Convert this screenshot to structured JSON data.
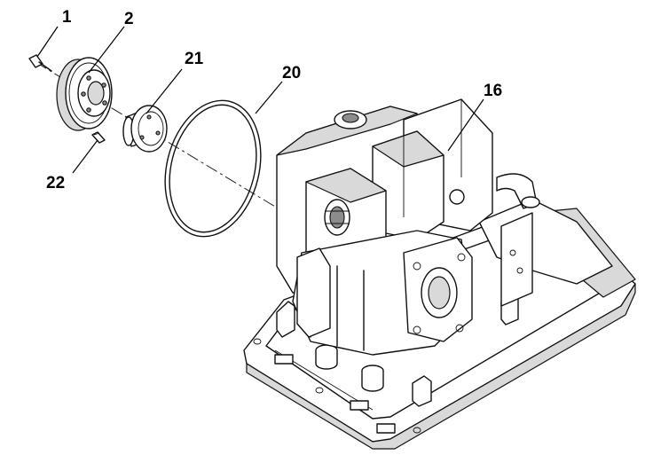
{
  "callouts": {
    "c1": "1",
    "c2": "2",
    "c21": "21",
    "c20": "20",
    "c22": "22",
    "c16": "16"
  }
}
